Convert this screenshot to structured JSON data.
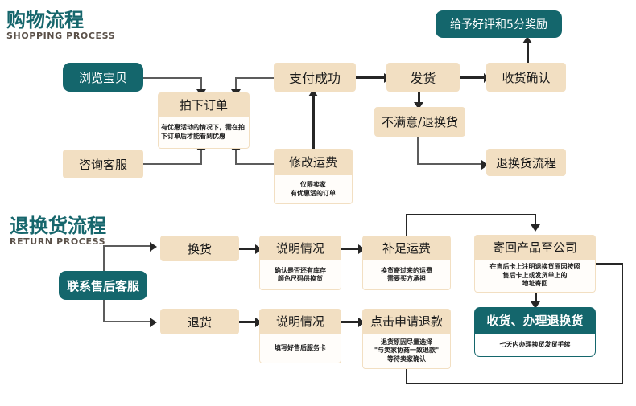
{
  "sections": [
    {
      "title_cn": "购物流程",
      "title_en": "SHOPPING PROCESS"
    },
    {
      "title_cn": "退换货流程",
      "title_en": "RETURN PROCESS"
    }
  ],
  "colors": {
    "teal": "#14666c",
    "beige": "#f2dfc2",
    "note_bg": "#fffdfa",
    "line": "#262626",
    "title_cn": "#16666c",
    "title_en": "#5a5048"
  },
  "shopping": {
    "browse": "浏览宝贝",
    "consult": "咨询客服",
    "place_order": "拍下订单",
    "place_order_note": "有优惠活动的情况下，需在拍下订单后才能看到优惠",
    "modify_freight": "修改运费",
    "modify_freight_note": "仅限卖家\n有优惠活的订单",
    "pay_success": "支付成功",
    "ship": "发货",
    "unsatisfied": "不满意/退换货",
    "confirm_receipt": "收货确认",
    "reward": "给予好评和5分奖励",
    "return_flow": "退换货流程"
  },
  "ret": {
    "contact": "联系售后客服",
    "exchange": "换货",
    "refund": "退货",
    "explain_a": "说明情况",
    "explain_a_note": "确认是否还有库存\n颜色尺码供换货",
    "explain_b": "说明情况",
    "explain_b_note": "填写好售后服务卡",
    "pay_freight": "补足运费",
    "pay_freight_note": "换货寄过来的运费\n需要买方承担",
    "apply_refund": "点击申请退款",
    "apply_refund_note": "退货原因尽量选择\n\"与卖家协商一致退款\"\n等待卖家确认",
    "send_back": "寄回产品至公司",
    "send_back_note": "在售后卡上注明退换货原因按照\n售后卡上或发货单上的\n地址寄回",
    "receive_handle": "收货、办理退换货",
    "receive_handle_note": "七天内办理换货发货手续"
  }
}
